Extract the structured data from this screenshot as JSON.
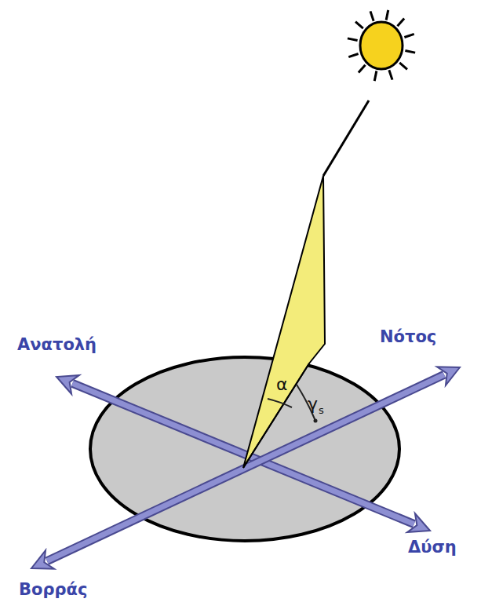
{
  "diagram": {
    "labels": [
      "Ανατολή",
      "Νότος",
      "Δύση",
      "Βορράς",
      "α",
      "γ",
      "s"
    ]
  }
}
